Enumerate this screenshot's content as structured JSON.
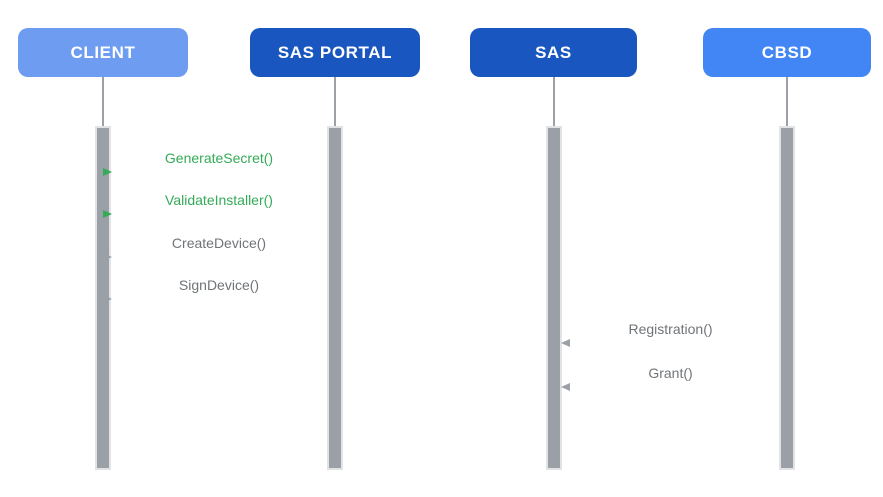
{
  "diagram": {
    "type": "sequence-diagram",
    "actors": [
      {
        "id": "client",
        "label": "CLIENT",
        "color": "#6d9cf1"
      },
      {
        "id": "sas-portal",
        "label": "SAS PORTAL",
        "color": "#1a56bf"
      },
      {
        "id": "sas",
        "label": "SAS",
        "color": "#1a56bf"
      },
      {
        "id": "cbsd",
        "label": "CBSD",
        "color": "#4285f4"
      }
    ],
    "messages": [
      {
        "label": "GenerateSecret()",
        "from": "CLIENT",
        "to": "SAS PORTAL",
        "direction": "right",
        "color": "#34ab57"
      },
      {
        "label": "ValidateInstaller()",
        "from": "CLIENT",
        "to": "SAS PORTAL",
        "direction": "right",
        "color": "#34ab57"
      },
      {
        "label": "CreateDevice()",
        "from": "CLIENT",
        "to": "SAS PORTAL",
        "direction": "right",
        "color": "#707478"
      },
      {
        "label": "SignDevice()",
        "from": "CLIENT",
        "to": "SAS PORTAL",
        "direction": "right",
        "color": "#707478"
      },
      {
        "label": "Registration()",
        "from": "CBSD",
        "to": "SAS",
        "direction": "left",
        "color": "#707478"
      },
      {
        "label": "Grant()",
        "from": "CBSD",
        "to": "SAS",
        "direction": "left",
        "color": "#707478"
      }
    ],
    "colors": {
      "actor_light_blue": "#6d9cf1",
      "actor_dark_blue": "#1a56bf",
      "actor_medium_blue": "#4285f4",
      "green_accent": "#34ab57",
      "gray_label": "#707478",
      "gray_line": "#9aa0a6",
      "activation_bar_fill": "#9aa0a6",
      "activation_bar_border": "#e1e3e6"
    }
  }
}
